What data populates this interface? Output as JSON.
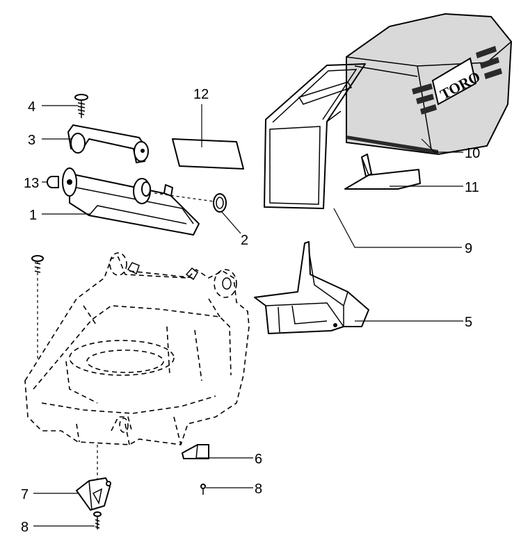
{
  "diagram": {
    "brand_logo_text": "TORO",
    "callouts": {
      "c1": "1",
      "c2": "2",
      "c3": "3",
      "c4": "4",
      "c5": "5",
      "c6": "6",
      "c7": "7",
      "c8a": "8",
      "c8b": "8",
      "c9": "9",
      "c10": "10",
      "c11": "11",
      "c12": "12",
      "c13": "13"
    }
  }
}
